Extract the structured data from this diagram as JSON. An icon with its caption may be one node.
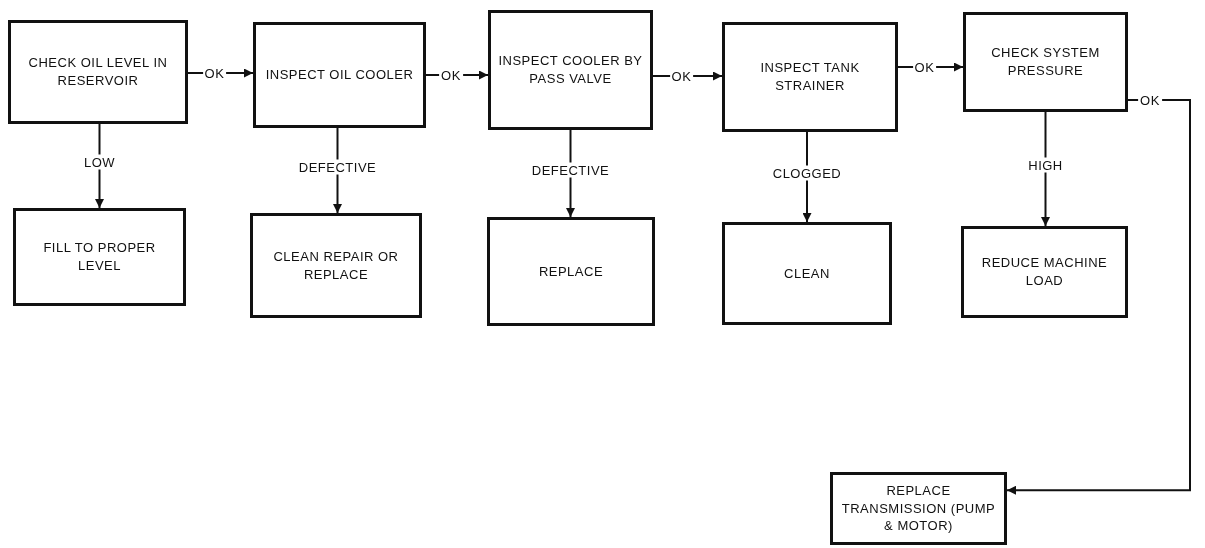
{
  "diagram": {
    "nodes": [
      {
        "text": [
          "CHECK OIL LEVEL IN RESERVOIR"
        ]
      },
      {
        "text": [
          "INSPECT OIL COOLER"
        ]
      },
      {
        "text": [
          "INSPECT COOLER BY PASS VALVE"
        ]
      },
      {
        "text": [
          "INSPECT TANK STRAINER"
        ]
      },
      {
        "text": [
          "CHECK SYSTEM PRESSURE"
        ]
      },
      {
        "text": [
          "FILL TO PROPER LEVEL"
        ]
      },
      {
        "text": [
          "CLEAN REPAIR OR REPLACE"
        ]
      },
      {
        "text": [
          "REPLACE"
        ]
      },
      {
        "text": [
          "CLEAN"
        ]
      },
      {
        "text": [
          "REDUCE MACHINE LOAD"
        ]
      },
      {
        "text": [
          "REPLACE TRANSMISSION (PUMP & MOTOR)"
        ]
      }
    ],
    "edges": [
      {
        "from": 0,
        "to": 1,
        "arrow": "to",
        "label": "OK"
      },
      {
        "from": 1,
        "to": 2,
        "arrow": "to",
        "label": "OK"
      },
      {
        "from": 2,
        "to": 3,
        "arrow": "to",
        "label": "OK"
      },
      {
        "from": 3,
        "to": 4,
        "arrow": "to",
        "label": "OK"
      },
      {
        "from": 4,
        "to": 10,
        "arrow": "to",
        "label": "OK"
      },
      {
        "from": 0,
        "to": 5,
        "arrow": "to",
        "label": "LOW"
      },
      {
        "from": 1,
        "to": 6,
        "arrow": "to",
        "label": "DEFECTIVE"
      },
      {
        "from": 2,
        "to": 7,
        "arrow": "to",
        "label": "DEFECTIVE"
      },
      {
        "from": 3,
        "to": 8,
        "arrow": "to",
        "label": "CLOGGED"
      },
      {
        "from": 4,
        "to": 9,
        "arrow": "to",
        "label": "HIGH"
      }
    ]
  }
}
